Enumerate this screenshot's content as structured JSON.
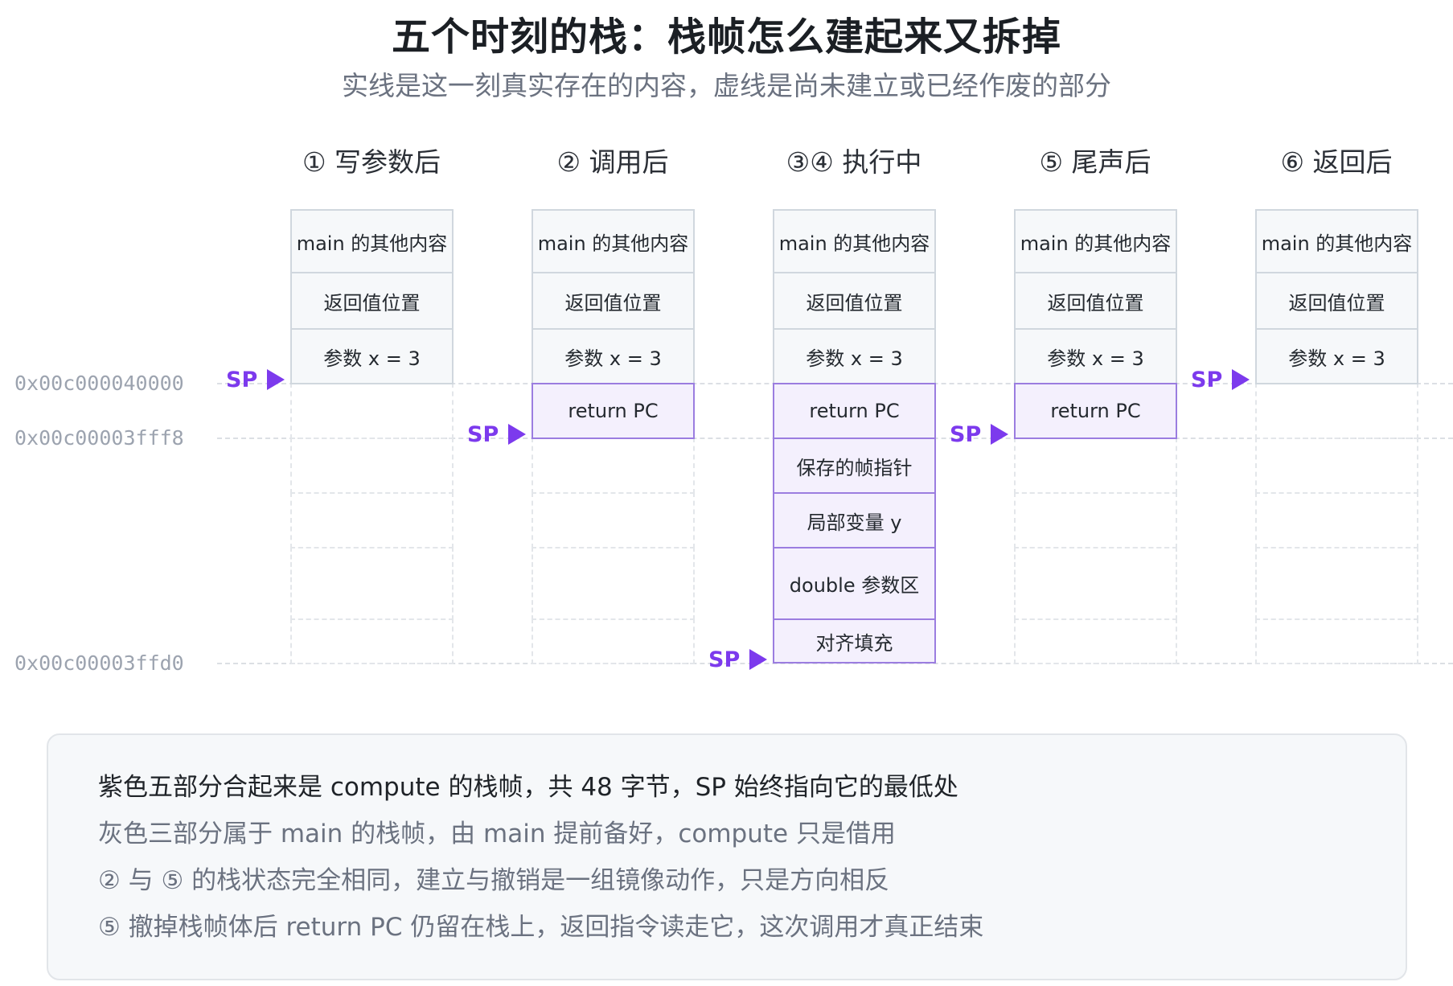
{
  "title": "五个时刻的栈：栈帧怎么建起来又拆掉",
  "subtitle": "实线是这一刻真实存在的内容，虚线是尚未建立或已经作废的部分",
  "addresses": [
    "0x00c000040000",
    "0x00c00003fff8",
    "0x00c00003ffd0"
  ],
  "sp_label": "SP",
  "colors": {
    "purple": "#7c3aed",
    "frame_fill": "#f4f0fd",
    "frame_border": "#9b7de0",
    "gray_fill": "#f6f8fa"
  },
  "columns": [
    {
      "heading": "① 写参数后",
      "sp_at": "0x00c000040000",
      "slots": [
        {
          "label": "main 的其他内容",
          "kind": "gray"
        },
        {
          "label": "返回值位置",
          "kind": "gray"
        },
        {
          "label": "参数 x = 3",
          "kind": "gray"
        }
      ]
    },
    {
      "heading": "② 调用后",
      "sp_at": "0x00c00003fff8",
      "slots": [
        {
          "label": "main 的其他内容",
          "kind": "gray"
        },
        {
          "label": "返回值位置",
          "kind": "gray"
        },
        {
          "label": "参数 x = 3",
          "kind": "gray"
        },
        {
          "label": "return PC",
          "kind": "purple"
        }
      ]
    },
    {
      "heading": "③④ 执行中",
      "sp_at": "0x00c00003ffd0",
      "slots": [
        {
          "label": "main 的其他内容",
          "kind": "gray"
        },
        {
          "label": "返回值位置",
          "kind": "gray"
        },
        {
          "label": "参数 x = 3",
          "kind": "gray"
        },
        {
          "label": "return PC",
          "kind": "purple"
        },
        {
          "label": "保存的帧指针",
          "kind": "purple"
        },
        {
          "label": "局部变量 y",
          "kind": "purple"
        },
        {
          "label": "double 参数区",
          "kind": "purple"
        },
        {
          "label": "对齐填充",
          "kind": "purple"
        }
      ]
    },
    {
      "heading": "⑤ 尾声后",
      "sp_at": "0x00c00003fff8",
      "slots": [
        {
          "label": "main 的其他内容",
          "kind": "gray"
        },
        {
          "label": "返回值位置",
          "kind": "gray"
        },
        {
          "label": "参数 x = 3",
          "kind": "gray"
        },
        {
          "label": "return PC",
          "kind": "purple"
        }
      ]
    },
    {
      "heading": "⑥ 返回后",
      "sp_at": "0x00c000040000",
      "slots": [
        {
          "label": "main 的其他内容",
          "kind": "gray"
        },
        {
          "label": "返回值位置",
          "kind": "gray"
        },
        {
          "label": "参数 x = 3",
          "kind": "gray"
        }
      ]
    }
  ],
  "notes": [
    "紫色五部分合起来是 compute 的栈帧，共 48 字节，SP 始终指向它的最低处",
    "灰色三部分属于 main 的栈帧，由 main 提前备好，compute 只是借用",
    "② 与 ⑤ 的栈状态完全相同，建立与撤销是一组镜像动作，只是方向相反",
    "⑤ 撤掉栈帧体后 return PC 仍留在栈上，返回指令读走它，这次调用才真正结束"
  ]
}
